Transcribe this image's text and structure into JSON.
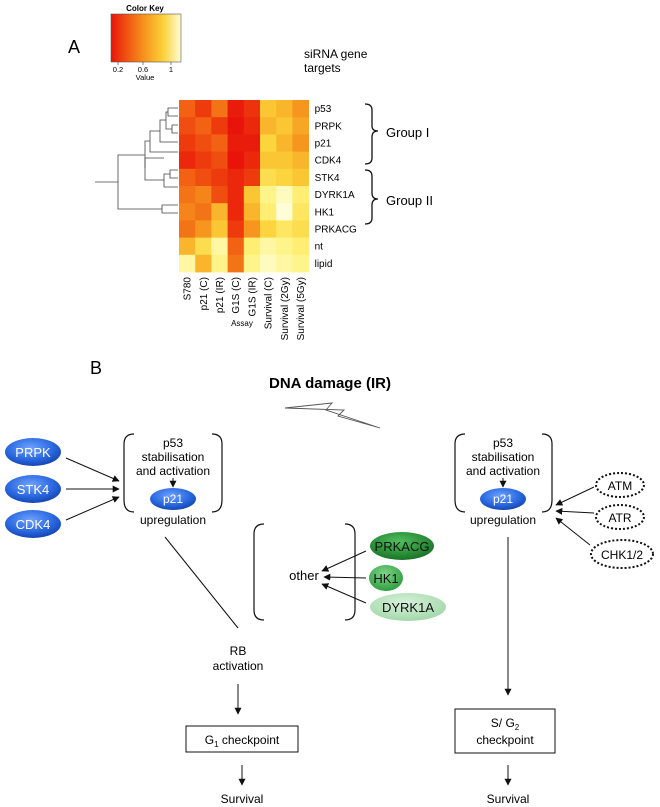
{
  "panel_a": {
    "label": "A",
    "color_key": {
      "title": "Color Key",
      "ticks": [
        "0.2",
        "0.6",
        "1"
      ],
      "axis_label": "Value",
      "colors": [
        "#e8140a",
        "#f15a12",
        "#f79a20",
        "#fbd23a",
        "#fff27a",
        "#fffdd8"
      ]
    },
    "row_header": {
      "line1": "siRNA gene",
      "line2": "targets"
    },
    "x_axis_label": "Assay",
    "groups": [
      {
        "label": "Group I"
      },
      {
        "label": "Group II"
      }
    ]
  },
  "chart_data": {
    "type": "heatmap",
    "rows": [
      "p53",
      "PRPK",
      "p21",
      "CDK4",
      "STK4",
      "DYRK1A",
      "HK1",
      "PRKACG",
      "nt",
      "lipid"
    ],
    "columns": [
      "S780",
      "p21 (C)",
      "p21 (IR)",
      "G1S (C)",
      "G1S (IR)",
      "Survival (C)",
      "Survival (2Gy)",
      "Survival (5Gy)"
    ],
    "values": [
      [
        0.3,
        0.2,
        0.35,
        0.12,
        0.18,
        0.6,
        0.55,
        0.45
      ],
      [
        0.25,
        0.3,
        0.2,
        0.1,
        0.15,
        0.55,
        0.6,
        0.5
      ],
      [
        0.2,
        0.25,
        0.3,
        0.12,
        0.12,
        0.65,
        0.55,
        0.45
      ],
      [
        0.15,
        0.2,
        0.25,
        0.1,
        0.15,
        0.6,
        0.6,
        0.55
      ],
      [
        0.3,
        0.25,
        0.2,
        0.15,
        0.2,
        0.7,
        0.65,
        0.6
      ],
      [
        0.35,
        0.4,
        0.25,
        0.15,
        0.6,
        0.85,
        0.95,
        0.8
      ],
      [
        0.4,
        0.35,
        0.55,
        0.15,
        0.55,
        0.8,
        1.0,
        0.75
      ],
      [
        0.35,
        0.45,
        0.6,
        0.2,
        0.45,
        0.65,
        0.75,
        0.7
      ],
      [
        0.55,
        0.7,
        0.9,
        0.3,
        0.8,
        0.9,
        0.85,
        0.8
      ],
      [
        0.9,
        0.55,
        0.85,
        0.35,
        0.85,
        0.95,
        0.9,
        0.85
      ]
    ],
    "scale": [
      0.1,
      1.0
    ]
  },
  "panel_b": {
    "label": "B",
    "title": "DNA damage (IR)",
    "left_box": {
      "line1": "p53",
      "line2": "stabilisation",
      "line3": "and activation",
      "node": "p21",
      "line4": "upregulation"
    },
    "right_box": {
      "line1": "p53",
      "line2": "stabilisation",
      "line3": "and activation",
      "node": "p21",
      "line4": "upregulation"
    },
    "left_kinases": [
      "PRPK",
      "STK4",
      "CDK4"
    ],
    "right_kinases": [
      "ATM",
      "ATR",
      "CHK1/2"
    ],
    "middle_box": {
      "label": "other"
    },
    "middle_kinases": [
      "PRKACG",
      "HK1",
      "DYRK1A"
    ],
    "rb": {
      "line1": "RB",
      "line2": "activation"
    },
    "g1_checkpoint": {
      "prefix": "G",
      "sub": "1",
      "rest": " checkpoint"
    },
    "sg2_checkpoint": {
      "prefix": "S/ G",
      "sub": "2",
      "line2": "checkpoint"
    },
    "survival_left": "Survival",
    "survival_right": "Survival",
    "colors": {
      "blue": "#1e5fd6",
      "dark_green": "#1e8a2e",
      "mid_green": "#3fae4f",
      "light_green": "#a9dcb0"
    }
  }
}
